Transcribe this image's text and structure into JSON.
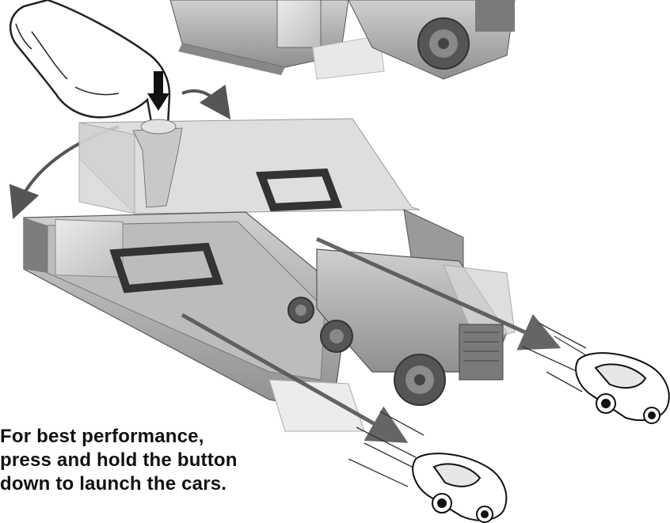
{
  "instruction": {
    "lines": [
      "For best performance,",
      "press and hold the button",
      "down to launch the cars."
    ]
  },
  "colors": {
    "truck_body": "#b5b5b5",
    "truck_dark": "#6f6f6f",
    "truck_light": "#d8d8d8",
    "arrow": "#555555",
    "motion_lines": "#333333"
  },
  "icons": {
    "press": "down-arrow-icon",
    "rotate": "curved-arrow-icon",
    "launch": "launch-arrow-icon"
  }
}
